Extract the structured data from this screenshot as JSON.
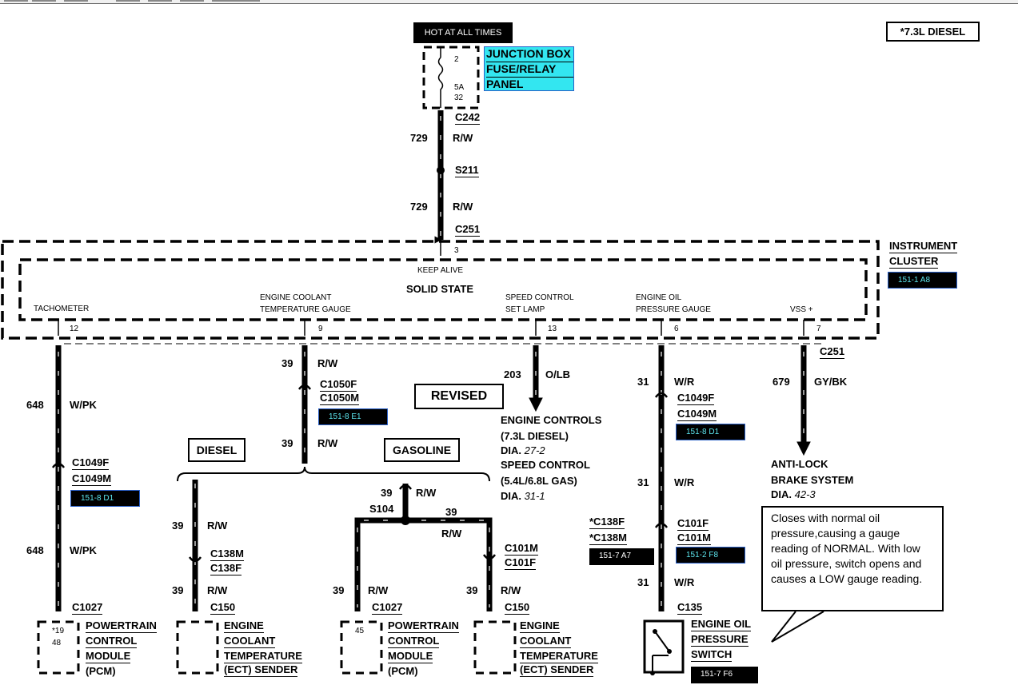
{
  "header_note": "*7.3L DIESEL",
  "power": {
    "source_label": "HOT AT ALL TIMES",
    "fuse_pin_top": "2",
    "fuse_rating": "5A",
    "fuse_pin_bottom": "32",
    "component": [
      "JUNCTION BOX",
      "FUSE/RELAY",
      "PANEL"
    ],
    "component_highlight": "#33e6f0"
  },
  "feed": {
    "c242": "C242",
    "circuit1": "729",
    "color1": "R/W",
    "splice": "S211",
    "circuit2": "729",
    "color2": "R/W",
    "c251": "C251",
    "pin": "3"
  },
  "cluster": {
    "name": [
      "INSTRUMENT",
      "CLUSTER"
    ],
    "ref": "151-1 A8",
    "keep_alive": "KEEP ALIVE",
    "solid_state": "SOLID STATE",
    "outputs": [
      {
        "label": [
          "TACHOMETER"
        ],
        "pin": "12"
      },
      {
        "label": [
          "ENGINE  COOLANT",
          "TEMPERATURE GAUGE"
        ],
        "pin": "9"
      },
      {
        "label": [
          "SPEED CONTROL",
          "SET LAMP"
        ],
        "pin": "13"
      },
      {
        "label": [
          "ENGINE OIL",
          "PRESSURE GAUGE"
        ],
        "pin": "6"
      },
      {
        "label": [
          "VSS +"
        ],
        "pin": "7"
      }
    ]
  },
  "revised": "REVISED",
  "tach": {
    "circuit_a": "648",
    "color_a": "W/PK",
    "conn": [
      "C1049F",
      "C1049M"
    ],
    "ref": "151-8 D1",
    "circuit_b": "648",
    "color_b": "W/PK",
    "end_conn": "C1027",
    "pins": [
      "*19",
      "48"
    ],
    "component": [
      "POWERTRAIN",
      "CONTROL",
      "MODULE",
      "(PCM)"
    ]
  },
  "ect": {
    "circuit_a": "39",
    "color_a": "R/W",
    "conn": [
      "C1050F",
      "C1050M"
    ],
    "ref": "151-8 E1",
    "circuit_b": "39",
    "color_b": "R/W",
    "diesel_label": "DIESEL",
    "gasoline_label": "GASOLINE",
    "diesel": {
      "circuit_a": "39",
      "color_a": "R/W",
      "conn": [
        "C138M",
        "C138F"
      ],
      "circuit_b": "39",
      "color_b": "R/W",
      "end_conn": "C150",
      "component": [
        "ENGINE",
        "COOLANT",
        "TEMPERATURE",
        "(ECT) SENDER"
      ]
    },
    "gasoline": {
      "circuit_a": "39",
      "color_a": "R/W",
      "splice": "S104",
      "circuit_h": "39",
      "color_h": "R/W",
      "pcm": {
        "circuit": "39",
        "color": "R/W",
        "end_conn": "C1027",
        "pin": "45",
        "component": [
          "POWERTRAIN",
          "CONTROL",
          "MODULE",
          "(PCM)"
        ]
      },
      "sender": {
        "conn": [
          "C101M",
          "C101F"
        ],
        "circuit": "39",
        "color": "R/W",
        "end_conn": "C150",
        "component": [
          "ENGINE",
          "COOLANT",
          "TEMPERATURE",
          "(ECT) SENDER"
        ]
      }
    }
  },
  "speed": {
    "circuit": "203",
    "color": "O/LB",
    "dest": [
      "ENGINE CONTROLS",
      "(7.3L DIESEL)",
      "DIA.",
      "27-2",
      "SPEED CONTROL",
      "(5.4L/6.8L GAS)",
      "DIA.",
      "31-1"
    ]
  },
  "oil": {
    "circuit_a": "31",
    "color_a": "W/R",
    "conn1": [
      "C1049F",
      "C1049M"
    ],
    "ref1": "151-8 D1",
    "circuit_b": "31",
    "color_b": "W/R",
    "conn2": [
      "C101F",
      "C101M"
    ],
    "ref2": "151-2 F8",
    "diesel_conn": [
      "*C138F",
      "*C138M"
    ],
    "diesel_ref": "151-7 A7",
    "circuit_c": "31",
    "color_c": "W/R",
    "end_conn": "C135",
    "component": [
      "ENGINE OIL",
      "PRESSURE",
      "SWITCH"
    ],
    "component_ref": "151-7 F6"
  },
  "vss": {
    "conn": "C251",
    "circuit": "679",
    "color": "GY/BK",
    "dest": [
      "ANTI-LOCK",
      "BRAKE SYSTEM",
      "DIA.",
      "42-3"
    ]
  },
  "callout": "Closes with normal oil pressure,causing a gauge reading of NORMAL. With low oil pressure, switch opens and causes a LOW gauge reading."
}
